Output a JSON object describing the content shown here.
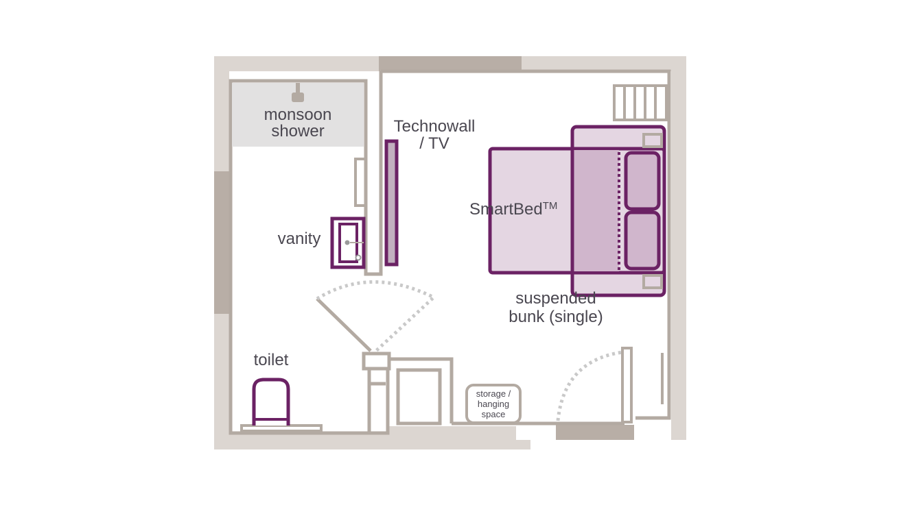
{
  "labels": {
    "shower_line1": "monsoon",
    "shower_line2": "shower",
    "tv_line1": "Technowall",
    "tv_line2": "/ TV",
    "vanity": "vanity",
    "smartbed": "SmartBed",
    "smartbed_tm": "TM",
    "bunk_line1": "suspended",
    "bunk_line2": "bunk (single)",
    "toilet": "toilet",
    "storage_line1": "storage /",
    "storage_line2": "hanging",
    "storage_line3": "space"
  },
  "colors": {
    "outer_wall": "#dcd6d1",
    "window": "#b8aea6",
    "wall_line": "#b3aaa2",
    "shower_fill": "#e2e1e1",
    "purple": "#6b2264",
    "bed_fill": "#e4d6e2",
    "bed_dark": "#d0b6cc",
    "text": "#4a4750",
    "door_swing": "#c9c9c9"
  }
}
